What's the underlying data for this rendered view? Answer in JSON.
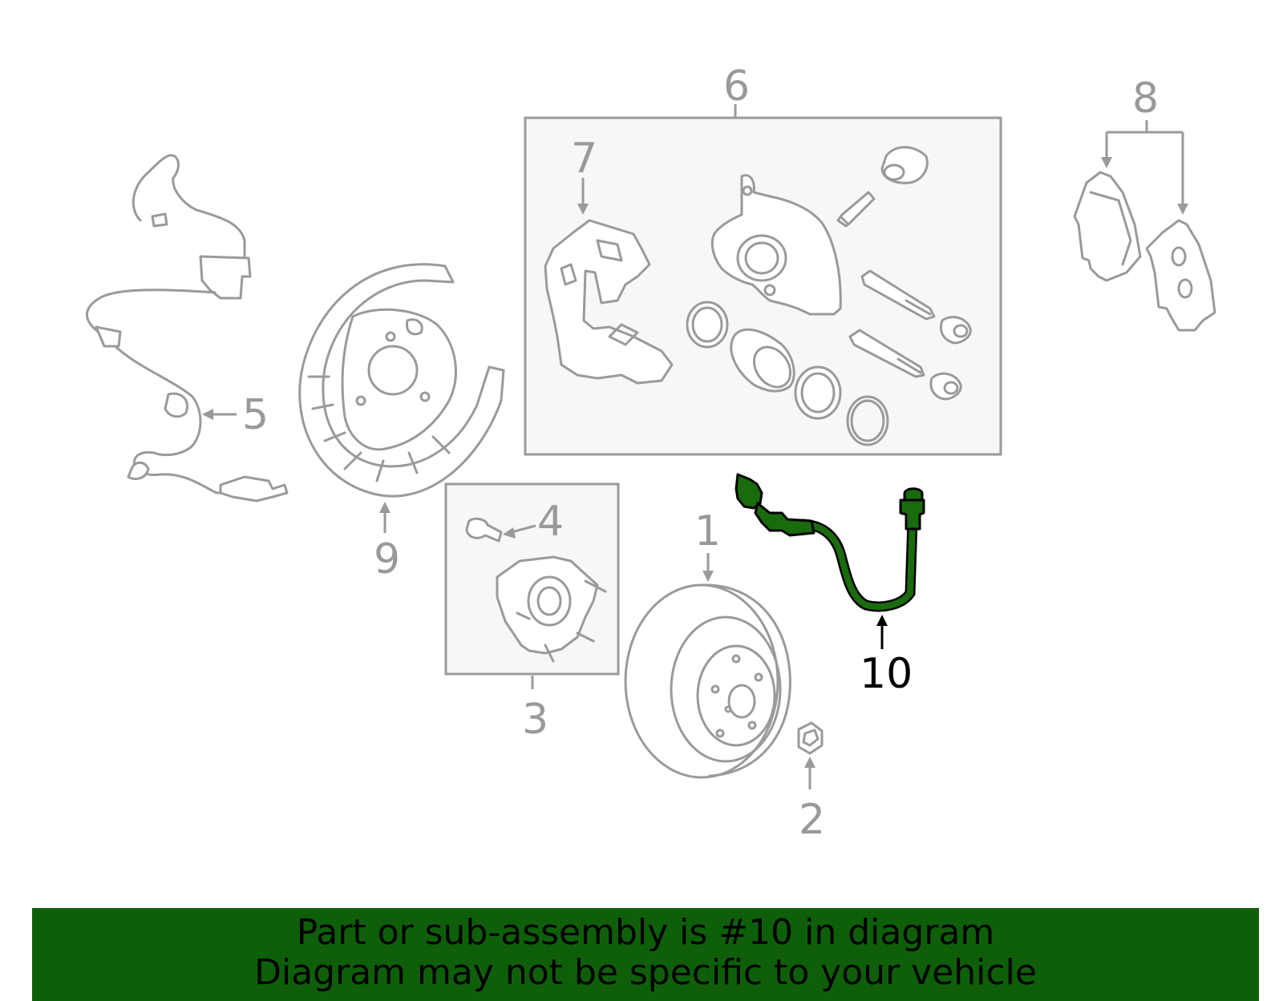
{
  "diagram": {
    "highlighted_part": "10",
    "callouts": [
      {
        "id": "1",
        "text": "1"
      },
      {
        "id": "2",
        "text": "2"
      },
      {
        "id": "3",
        "text": "3"
      },
      {
        "id": "4",
        "text": "4"
      },
      {
        "id": "5",
        "text": "5"
      },
      {
        "id": "6",
        "text": "6"
      },
      {
        "id": "7",
        "text": "7"
      },
      {
        "id": "8",
        "text": "8"
      },
      {
        "id": "9",
        "text": "9"
      },
      {
        "id": "10",
        "text": "10"
      }
    ],
    "colors": {
      "part_outline": "#9a9a9a",
      "highlight_fill": "#1a6b0e",
      "banner_bg": "#0f5f0a",
      "box_fill": "#f7f7f7"
    }
  },
  "footer": {
    "line1": "Part or sub-assembly is #10 in diagram",
    "line2": "Diagram may not be specific to your vehicle"
  }
}
